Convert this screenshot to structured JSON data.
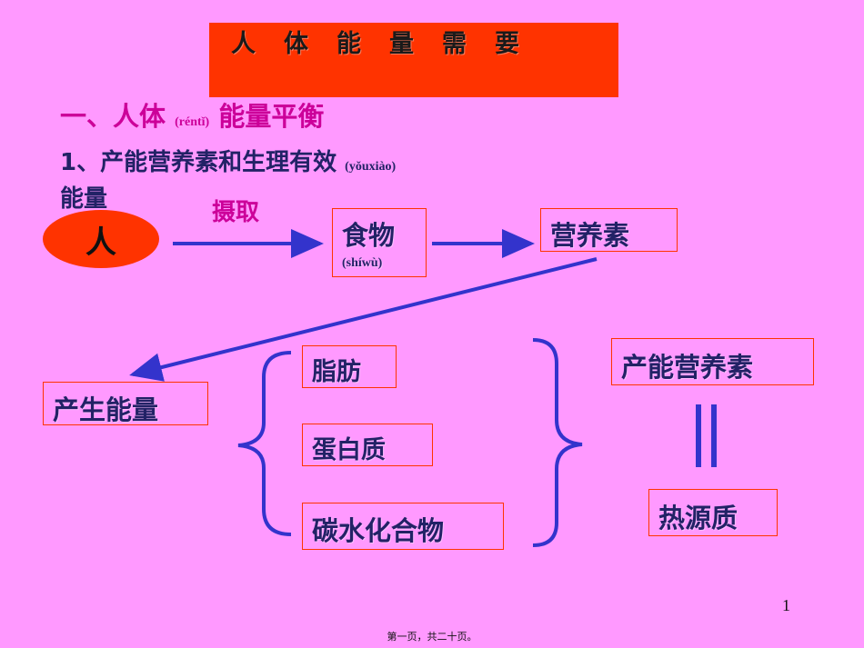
{
  "title": "人　体　能　量　需　要",
  "heading1": {
    "main": "一、人体",
    "pinyin": "(réntǐ)",
    "rest": "能量平衡"
  },
  "heading2": {
    "main": "1、产能营养素和生理有效",
    "pinyin": "(yǒuxiào)",
    "line2": "能量"
  },
  "nodes": {
    "person": "人",
    "intake": "摄取",
    "food": "食物",
    "food_pinyin": "(shíwù)",
    "nutrients": "营养素",
    "produce_energy": "产生能量",
    "fat": "脂肪",
    "protein": "蛋白质",
    "carbohydrate": "碳水化合物",
    "energy_nutrients": "产能营养素",
    "heat_source": "热源质"
  },
  "page_number": "1",
  "footer": "第一页，共二十页。",
  "colors": {
    "background": "#ff99ff",
    "title_bg": "#ff3300",
    "arrow": "#3333cc",
    "magenta_text": "#cc0099",
    "navy_text": "#222266"
  }
}
